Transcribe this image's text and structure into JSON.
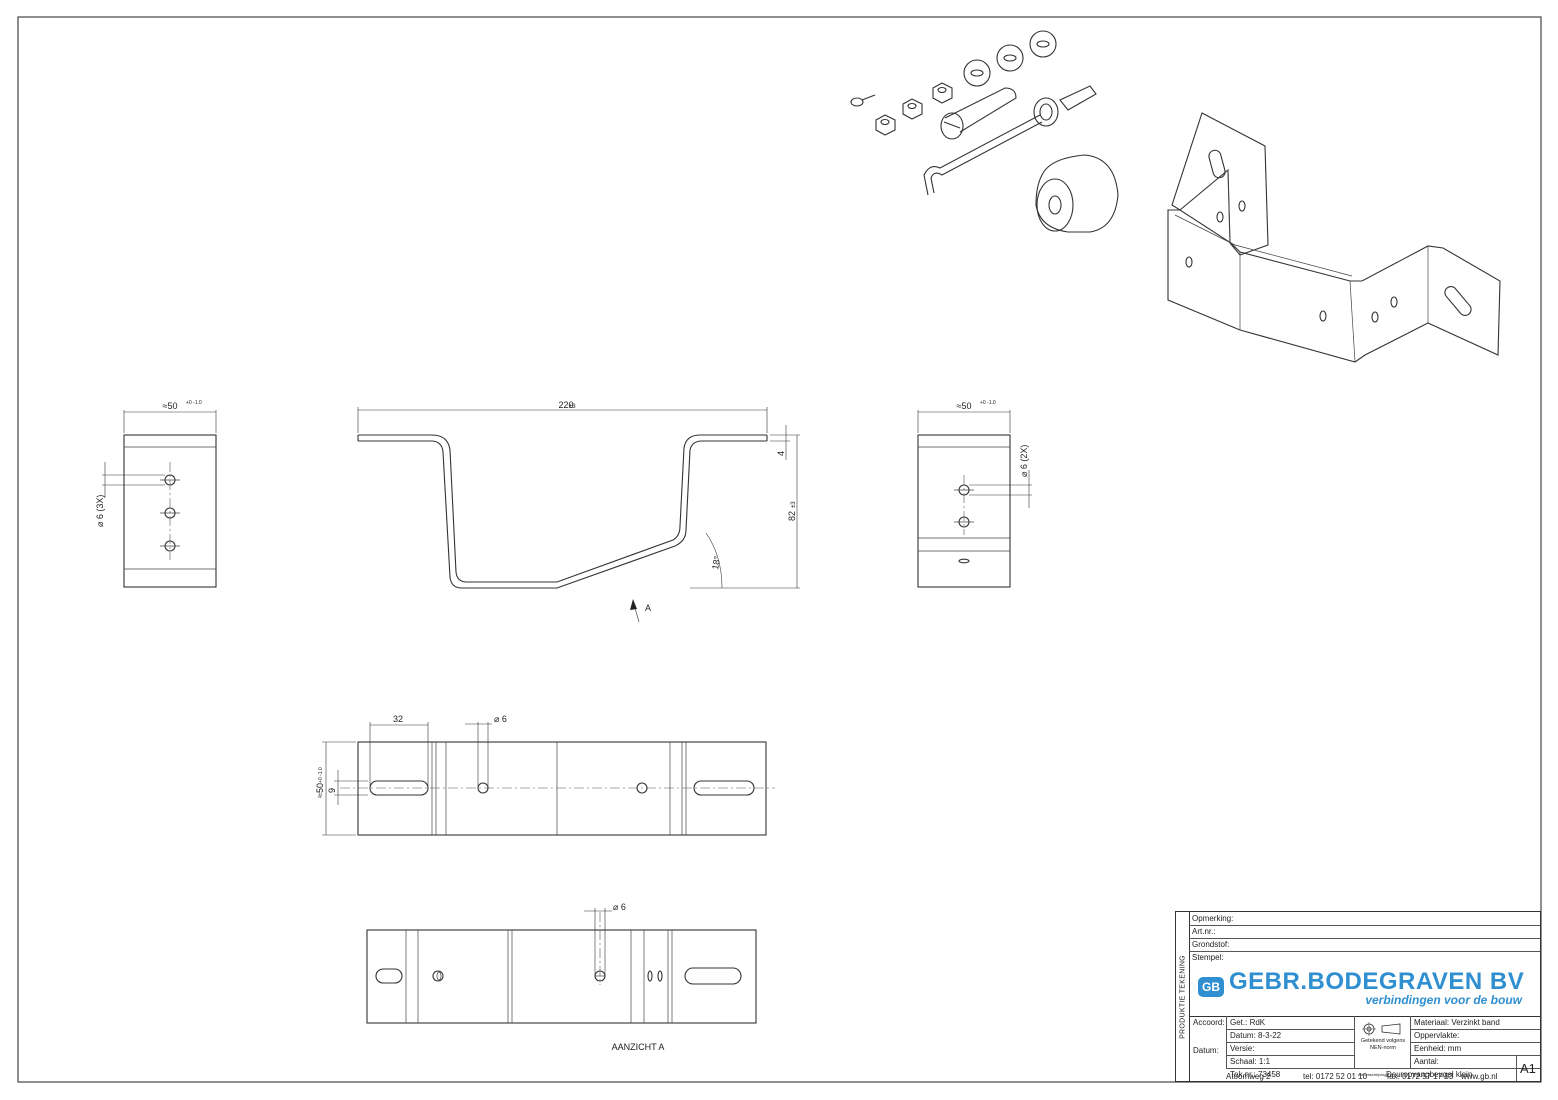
{
  "dimensions": {
    "left_width": "≈50",
    "left_tol": "+0 -1.0",
    "left_hole": "⌀ 6 (3X)",
    "front_length": "220",
    "front_length_tol": "±3",
    "front_thickness": "4",
    "front_height": "82",
    "front_height_tol": "±3",
    "front_angle": "18°",
    "view_marker": "A",
    "right_width": "≈50",
    "right_tol": "+0 -1.0",
    "right_hole": "⌀ 6 (2X)",
    "top_slot": "32",
    "top_hole": "⌀ 6",
    "top_width": "≈50",
    "top_width_tol": "+0 -1.0",
    "top_offset": "9",
    "bottom_hole": "⌀ 6",
    "view_a_label": "AANZICHT A"
  },
  "title_block": {
    "side_label": "PRODUKTIE TEKENING",
    "opmerking": "Opmerking:",
    "artnr": "Art.nr.:",
    "grondstof": "Grondstof:",
    "stempel": "Stempel:",
    "logo_mark": "GB",
    "company": "GEBR.BODEGRAVEN BV",
    "tagline": "verbindingen voor de bouw",
    "accoord": "Accoord:",
    "datum_label": "Datum:",
    "get": "Get.:  RdK",
    "datum": "Datum: 8-3-22",
    "versie": "Versie:",
    "schaal": "Schaal: 1:1",
    "teknr": "Tek.nr.: 73458",
    "norm": "Getekend volgens NEN-norm",
    "materiaal": "Materiaal: Verzinkt band",
    "oppervlakte": "Oppervlakte:",
    "eenheid": "Eenheid: mm",
    "aantal": "Aantal:",
    "art_omschrijving": "Art.omschrijving",
    "omschrijving": "Deuropvangbeugel klein",
    "adres": "Atoomweg 2",
    "tel": "tel: 0172 52 01 10",
    "fax": "fax: 0172 57 17 53",
    "web": "www.gb.nl",
    "format": "A1"
  }
}
